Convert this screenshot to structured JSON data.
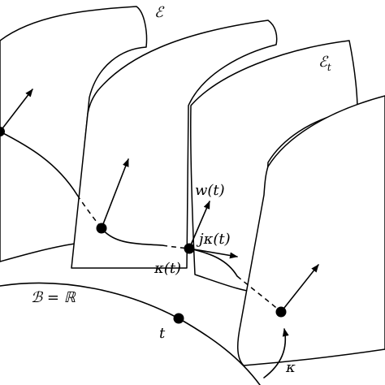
{
  "labels": {
    "total_space": "ℰ",
    "fiber": "ℰ",
    "fiber_sub": "t",
    "base": "ℬ = ℝ",
    "base_point": "t",
    "w": "w(t)",
    "jk": "jκ(t)",
    "kt": "κ(t)",
    "kappa": "κ"
  },
  "colors": {
    "ink": "#000000",
    "background": "#ffffff"
  }
}
